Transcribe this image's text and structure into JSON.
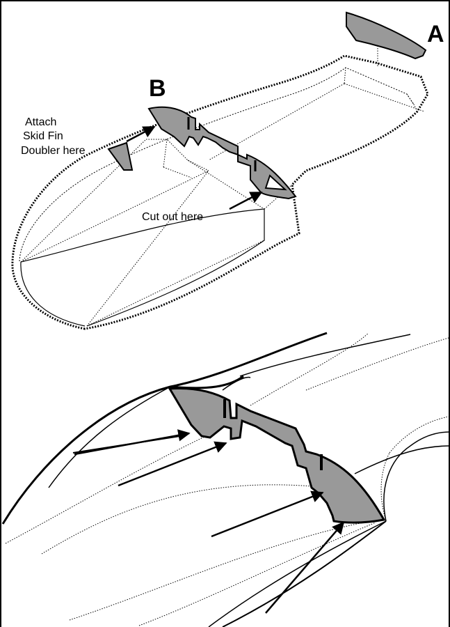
{
  "labels": {
    "part_a": "A",
    "part_b": "B",
    "attach_line1": "Attach",
    "attach_line2": "Skid Fin",
    "attach_line3": "Doubler here",
    "cutout": "Cut out here"
  },
  "colors": {
    "part_fill": "#999999",
    "line": "#000000",
    "background": "#ffffff"
  }
}
